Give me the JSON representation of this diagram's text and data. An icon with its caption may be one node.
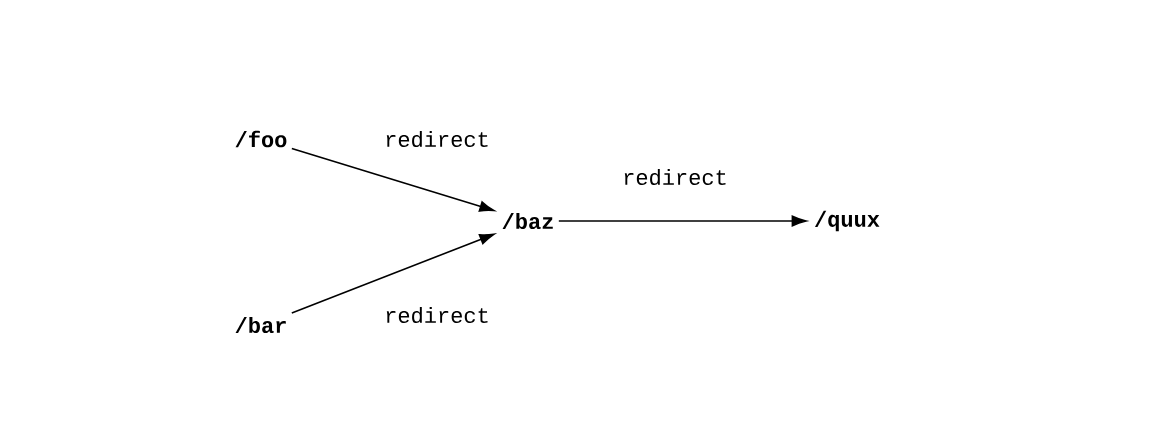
{
  "diagram": {
    "nodes": [
      {
        "text": [
          "/foo"
        ]
      },
      {
        "text": [
          "/bar"
        ]
      },
      {
        "text": [
          "/baz"
        ]
      },
      {
        "text": [
          "/quux"
        ]
      }
    ],
    "edges": [
      {
        "from": 0,
        "to": 2,
        "arrow": "to",
        "label": "redirect"
      },
      {
        "from": 1,
        "to": 2,
        "arrow": "to",
        "label": "redirect"
      },
      {
        "from": 2,
        "to": 3,
        "arrow": "to",
        "label": "redirect"
      }
    ]
  }
}
